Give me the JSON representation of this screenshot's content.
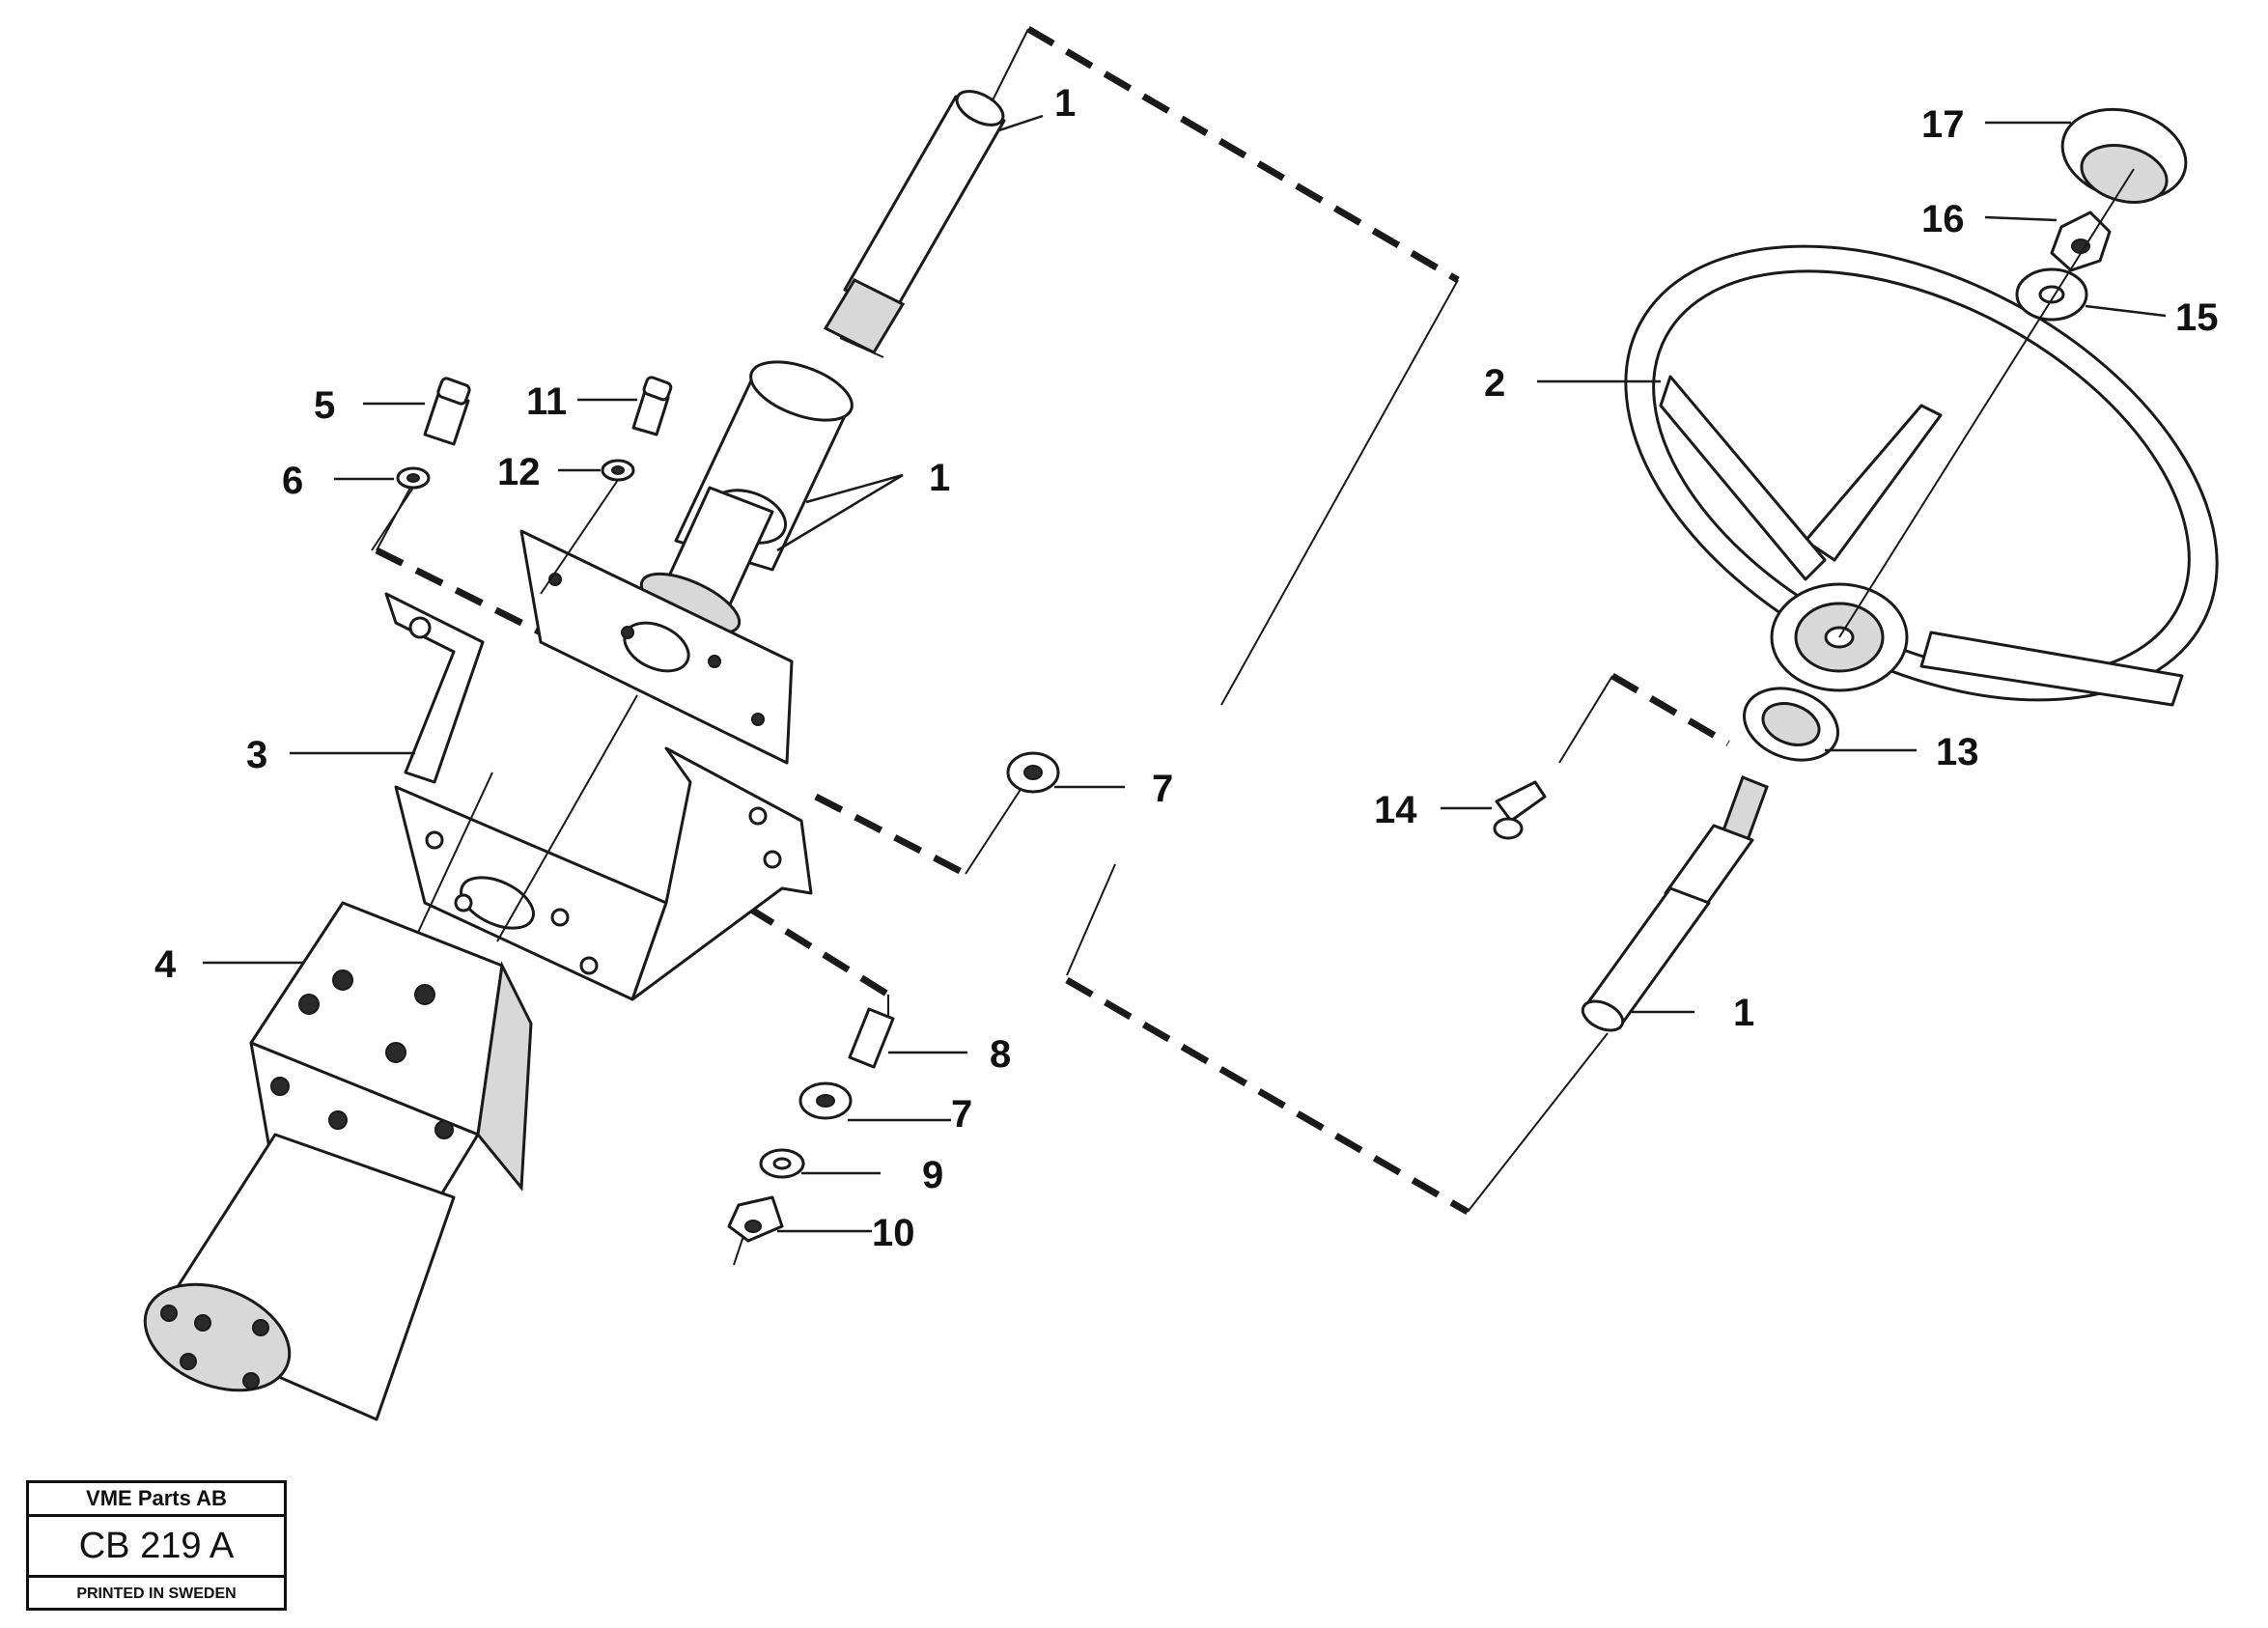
{
  "callouts": {
    "c1_top": "1",
    "c1_mid": "1",
    "c1_right": "1",
    "c2": "2",
    "c3": "3",
    "c4": "4",
    "c5": "5",
    "c6": "6",
    "c7_upper": "7",
    "c7_lower": "7",
    "c8": "8",
    "c9": "9",
    "c10": "10",
    "c11": "11",
    "c12": "12",
    "c13": "13",
    "c14": "14",
    "c15": "15",
    "c16": "16",
    "c17": "17"
  },
  "title_block": {
    "company": "VME Parts AB",
    "code": "CB 219 A",
    "printed": "PRINTED IN SWEDEN"
  }
}
